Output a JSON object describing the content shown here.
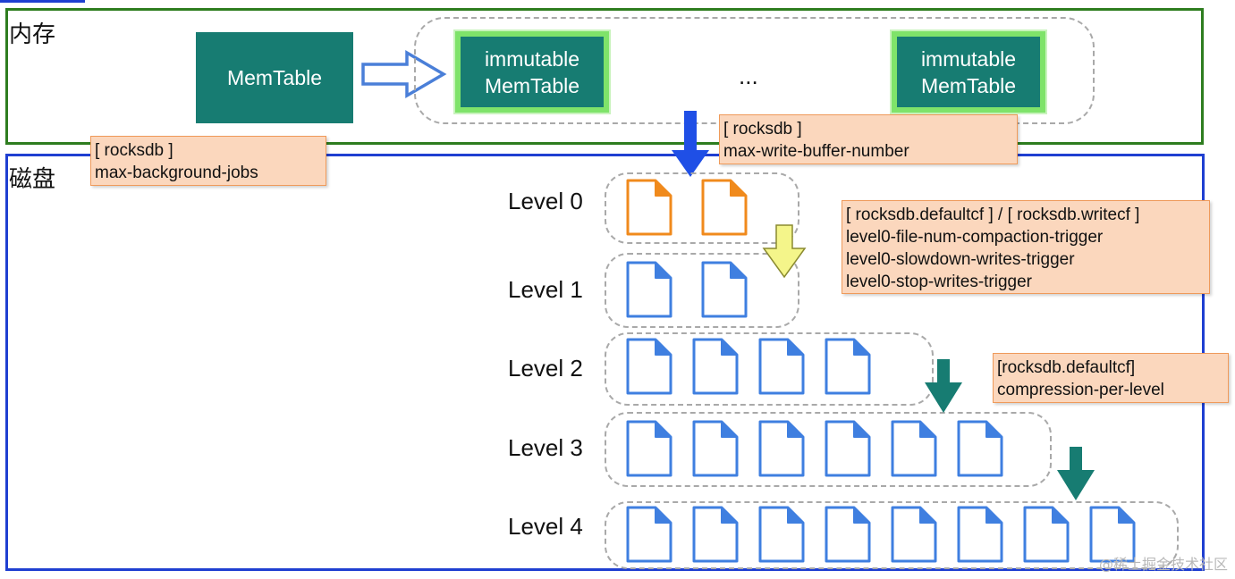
{
  "memory": {
    "label": "内存",
    "memtable": "MemTable",
    "immutable": [
      "immutable",
      "MemTable"
    ],
    "ellipsis": "..."
  },
  "disk": {
    "label": "磁盘"
  },
  "notes": {
    "background_jobs": [
      "[ rocksdb ]",
      "max-background-jobs"
    ],
    "write_buffer": [
      "[ rocksdb ]",
      "max-write-buffer-number"
    ],
    "level0_triggers": [
      "[ rocksdb.defaultcf ] / [ rocksdb.writecf ]",
      "level0-file-num-compaction-trigger",
      "level0-slowdown-writes-trigger",
      "level0-stop-writes-trigger"
    ],
    "compression": [
      "[rocksdb.defaultcf]",
      "compression-per-level"
    ]
  },
  "levels": [
    {
      "label": "Level 0",
      "files": 2,
      "color": "#f08a1c"
    },
    {
      "label": "Level 1",
      "files": 2,
      "color": "#3f7fe0"
    },
    {
      "label": "Level 2",
      "files": 4,
      "color": "#3f7fe0"
    },
    {
      "label": "Level 3",
      "files": 6,
      "color": "#3f7fe0"
    },
    {
      "label": "Level 4",
      "files": 8,
      "color": "#3f7fe0"
    }
  ],
  "colors": {
    "memory_border": "#2e7d1f",
    "disk_border": "#1f3fd1",
    "memtable_fill": "#177c72",
    "immutable_glow": "#7fe36a",
    "note_fill": "#fbd7bd",
    "flush_arrow": "#1f4fe6",
    "compaction_arrow": "#f4f58a",
    "level_arrow": "#177c72"
  },
  "watermark": "@稀土掘金技术社区"
}
